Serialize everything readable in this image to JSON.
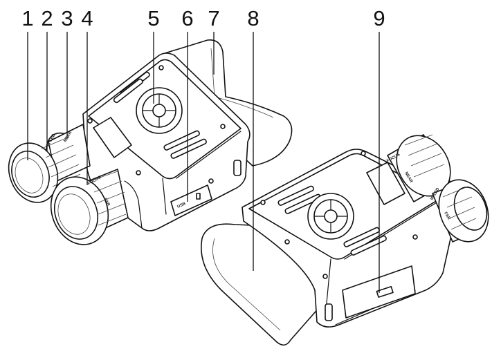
{
  "callouts": [
    "1",
    "2",
    "3",
    "4",
    "5",
    "6",
    "7",
    "8",
    "9"
  ],
  "device_labels": {
    "usb": "USB",
    "focus_left": "FOCUS",
    "far_left": "FAR",
    "near_left": "NEAR",
    "ir_led_left": "IR LED",
    "focus_right": "FOCUS",
    "near_right": "NEAR",
    "far_right": "FAR",
    "ir_led_right": "IR LED"
  },
  "colors": {
    "line": "#111111",
    "background": "#ffffff"
  }
}
